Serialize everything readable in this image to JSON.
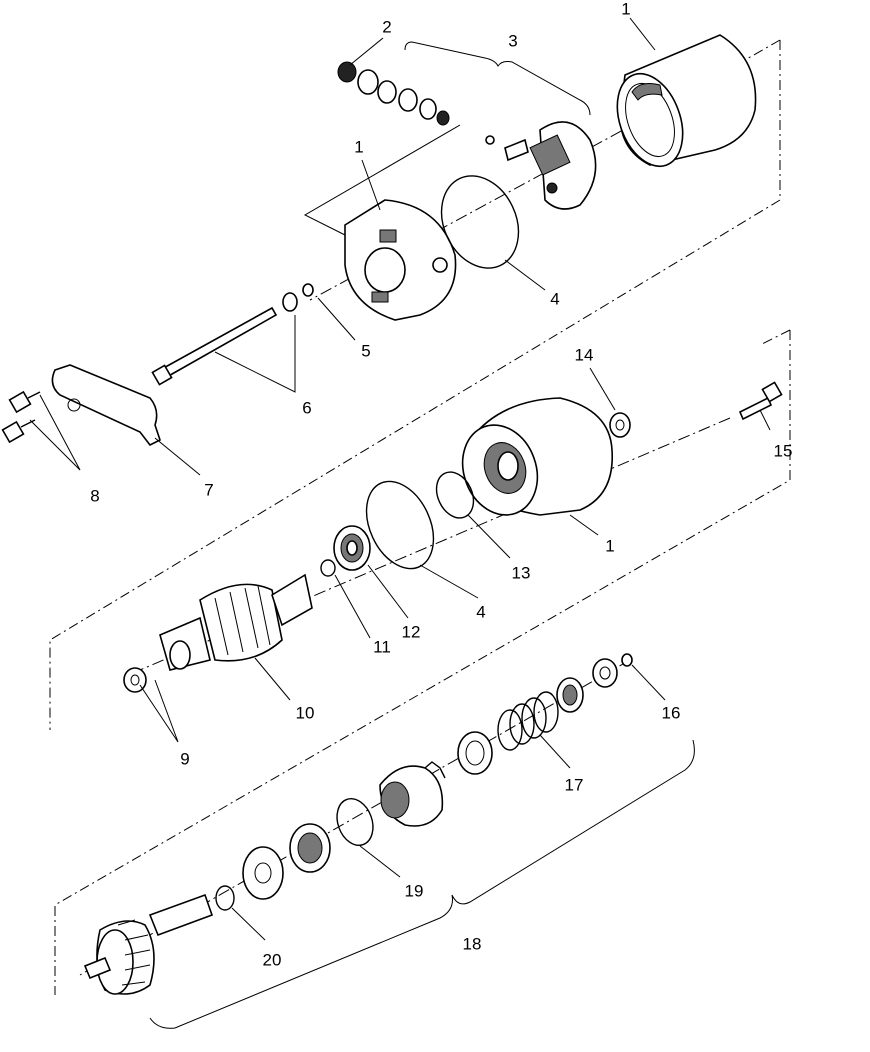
{
  "colors": {
    "line": "#000000",
    "background": "#ffffff",
    "shade": "#777777"
  },
  "labels": {
    "l1_top": "1",
    "l2": "2",
    "l3": "3",
    "l1_end": "1",
    "l4_top": "4",
    "l5": "5",
    "l6": "6",
    "l7": "7",
    "l8": "8",
    "l14": "14",
    "l15": "15",
    "l1_housing": "1",
    "l13": "13",
    "l4_mid": "4",
    "l12": "12",
    "l11": "11",
    "l10": "10",
    "l9": "9",
    "l16": "16",
    "l17": "17",
    "l19": "19",
    "l18": "18",
    "l20": "20"
  }
}
